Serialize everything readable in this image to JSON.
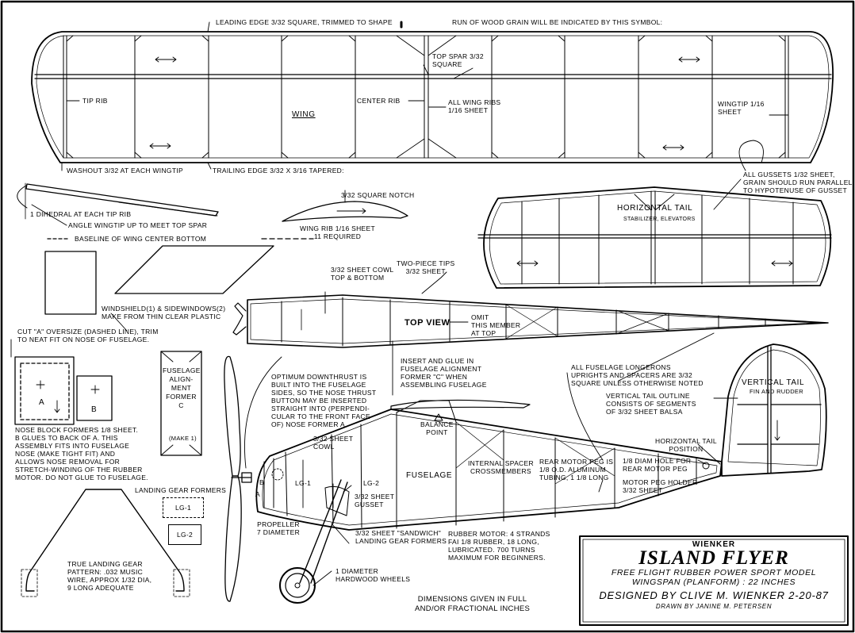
{
  "title_block": {
    "maker": "WIENKER",
    "model_name": "ISLAND FLYER",
    "subtitle": "FREE FLIGHT RUBBER POWER SPORT MODEL",
    "wingspan": "WINGSPAN (PLANFORM) : 22 INCHES",
    "designer": "DESIGNED BY CLIVE M. WIENKER 2-20-87",
    "drafter": "DRAWN BY JANINE M. PETERSEN"
  },
  "wing": {
    "leading_edge_note": "LEADING EDGE 3/32 SQUARE, TRIMMED TO SHAPE",
    "grain_note": "RUN OF WOOD GRAIN WILL BE INDICATED BY THIS SYMBOL:",
    "top_spar": "TOP SPAR 3/32 SQUARE",
    "tip_rib": "TIP RIB",
    "center_rib": "CENTER RIB",
    "all_wing_ribs": "ALL WING RIBS 1/16 SHEET",
    "label": "WING",
    "wingtip": "WINGTIP 1/16 SHEET",
    "washout": "WASHOUT 3/32 AT EACH WINGTIP",
    "trailing_edge": "TRAILING EDGE 3/32 x 3/16 TAPERED:",
    "gussets": "ALL GUSSETS 1/32 SHEET,\nGRAIN SHOULD RUN PARALLEL\nTO HYPOTENUSE OF GUSSET"
  },
  "dihedral": {
    "dihedral_note": "1 DIHEDRAL AT EACH TIP RIB",
    "angle_note": "ANGLE WINGTIP UP TO MEET TOP SPAR",
    "baseline_note": "BASELINE OF WING CENTER BOTTOM"
  },
  "wing_rib": {
    "notch": "3/32 SQUARE NOTCH",
    "rib_note": "WING RIB 1/16 SHEET\n11 REQUIRED"
  },
  "windshield": {
    "note": "WINDSHIELD(1) & SIDEWINDOWS(2)\nMAKE FROM THIN CLEAR PLASTIC"
  },
  "horizontal_tail": {
    "label": "HORIZONTAL TAIL",
    "sublabel": "STABILIZER, ELEVATORS",
    "tips": "TWO-PIECE TIPS\n3/32 SHEET"
  },
  "top_view": {
    "cowl_note": "3/32 SHEET COWL\nTOP & BOTTOM",
    "label": "TOP VIEW",
    "omit_note": "OMIT\nTHIS MEMBER\nAT TOP"
  },
  "nose_blocks": {
    "cut_note": "CUT \"A\" OVERSIZE (DASHED LINE), TRIM\nTO NEAT FIT ON NOSE OF FUSELAGE.",
    "label_a": "A",
    "label_b": "B",
    "formers_note": "NOSE BLOCK FORMERS 1/8 SHEET.\nB GLUES TO BACK OF A. THIS\nASSEMBLY FITS INTO FUSELAGE\nNOSE (MAKE TIGHT FIT) AND\nALLOWS NOSE REMOVAL FOR\nSTRETCH-WINDING OF THE RUBBER\nMOTOR. DO NOT GLUE TO FUSELAGE."
  },
  "former_c": {
    "note": "FUSELAGE\nALIGN-\nMENT\nFORMER\nC",
    "make": "(MAKE 1)"
  },
  "downthrust": {
    "note": "OPTIMUM DOWNTHRUST IS\nBUILT INTO THE FUSELAGE\nSIDES, SO THE NOSE THRUST\nBUTTON MAY BE INSERTED\nSTRAIGHT INTO (PERPENDI-\nCULAR TO THE FRONT FACE\nOF) NOSE FORMER A."
  },
  "insert_note": "INSERT AND GLUE IN\nFUSELAGE ALIGNMENT\nFORMER \"C\" WHEN\nASSEMBLING FUSELAGE",
  "balance_point": "BALANCE\nPOINT",
  "longerons_note": "ALL FUSELAGE LONGERONS\nUPRIGHTS AND SPACERS ARE 3/32\nSQUARE UNLESS OTHERWISE NOTED",
  "vertical_tail": {
    "label": "VERTICAL TAIL",
    "sublabel": "FIN AND RUDDER",
    "outline_note": "VERTICAL TAIL OUTLINE\nCONSISTS OF SEGMENTS\nOF 3/32 SHEET BALSA",
    "htail_position": "HORIZONTAL TAIL\nPOSITION"
  },
  "fuselage": {
    "cowl": "3/32 SHEET\nCOWL",
    "lg1": "LG-1",
    "lg2": "LG-2",
    "gusset": "3/32 SHEET\nGUSSET",
    "label": "FUSELAGE",
    "spacers": "INTERNAL SPACER\nCROSSMEMBERS",
    "motor_peg": "REAR MOTOR PEG IS\n1/8 O.D. ALUMINUM\nTUBING, 1 1/8 LONG",
    "diam_hole": "1/8 DIAM HOLE FOR\nREAR MOTOR PEG",
    "peg_holder": "MOTOR PEG HOLDER\n3/32 SHEET",
    "sandwich": "3/32 SHEET \"SANDWICH\"\nLANDING GEAR FORMERS",
    "rubber": "RUBBER MOTOR: 4 STRANDS\nFAI 1/8 RUBBER, 18 LONG,\nLUBRICATED. 700 TURNS\nMAXIMUM FOR BEGINNERS.",
    "wheels": "1 DIAMETER\nHARDWOOD WHEELS",
    "nose_a": "A",
    "nose_b": "B"
  },
  "landing_gear": {
    "formers_title": "LANDING GEAR FORMERS",
    "lg1_box": "LG-1",
    "lg2_box": "LG-2",
    "pattern": "TRUE LANDING GEAR\nPATTERN: .032 MUSIC\nWIRE, APPROX 1/32 DIA,\n9 LONG ADEQUATE"
  },
  "propeller": "PROPELLER\n7 DIAMETER",
  "dimensions_note": "DIMENSIONS GIVEN IN FULL\nAND/OR FRACTIONAL INCHES"
}
